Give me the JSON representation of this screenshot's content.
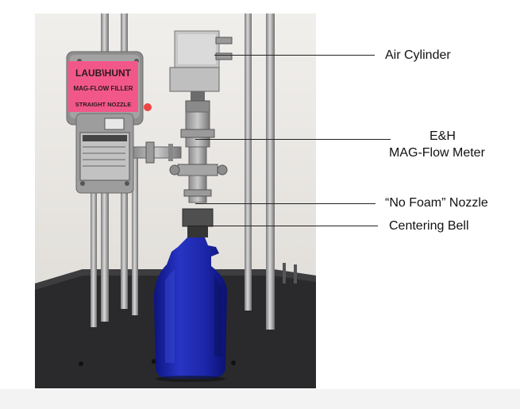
{
  "photo": {
    "sticker": {
      "line1": "LAUB\\HUNT",
      "line2": "MAG-FLOW FILLER",
      "line3": "STRAIGHT NOZZLE"
    }
  },
  "callouts": [
    {
      "text": "Air Cylinder"
    },
    {
      "text": "E&H"
    },
    {
      "text": "MAG-Flow Meter"
    },
    {
      "text": "“No Foam” Nozzle"
    },
    {
      "text": "Centering Bell"
    }
  ],
  "colors": {
    "sticker": "#f2578a",
    "bottle": "#1f2bb0",
    "platform": "#2a2a2c"
  }
}
